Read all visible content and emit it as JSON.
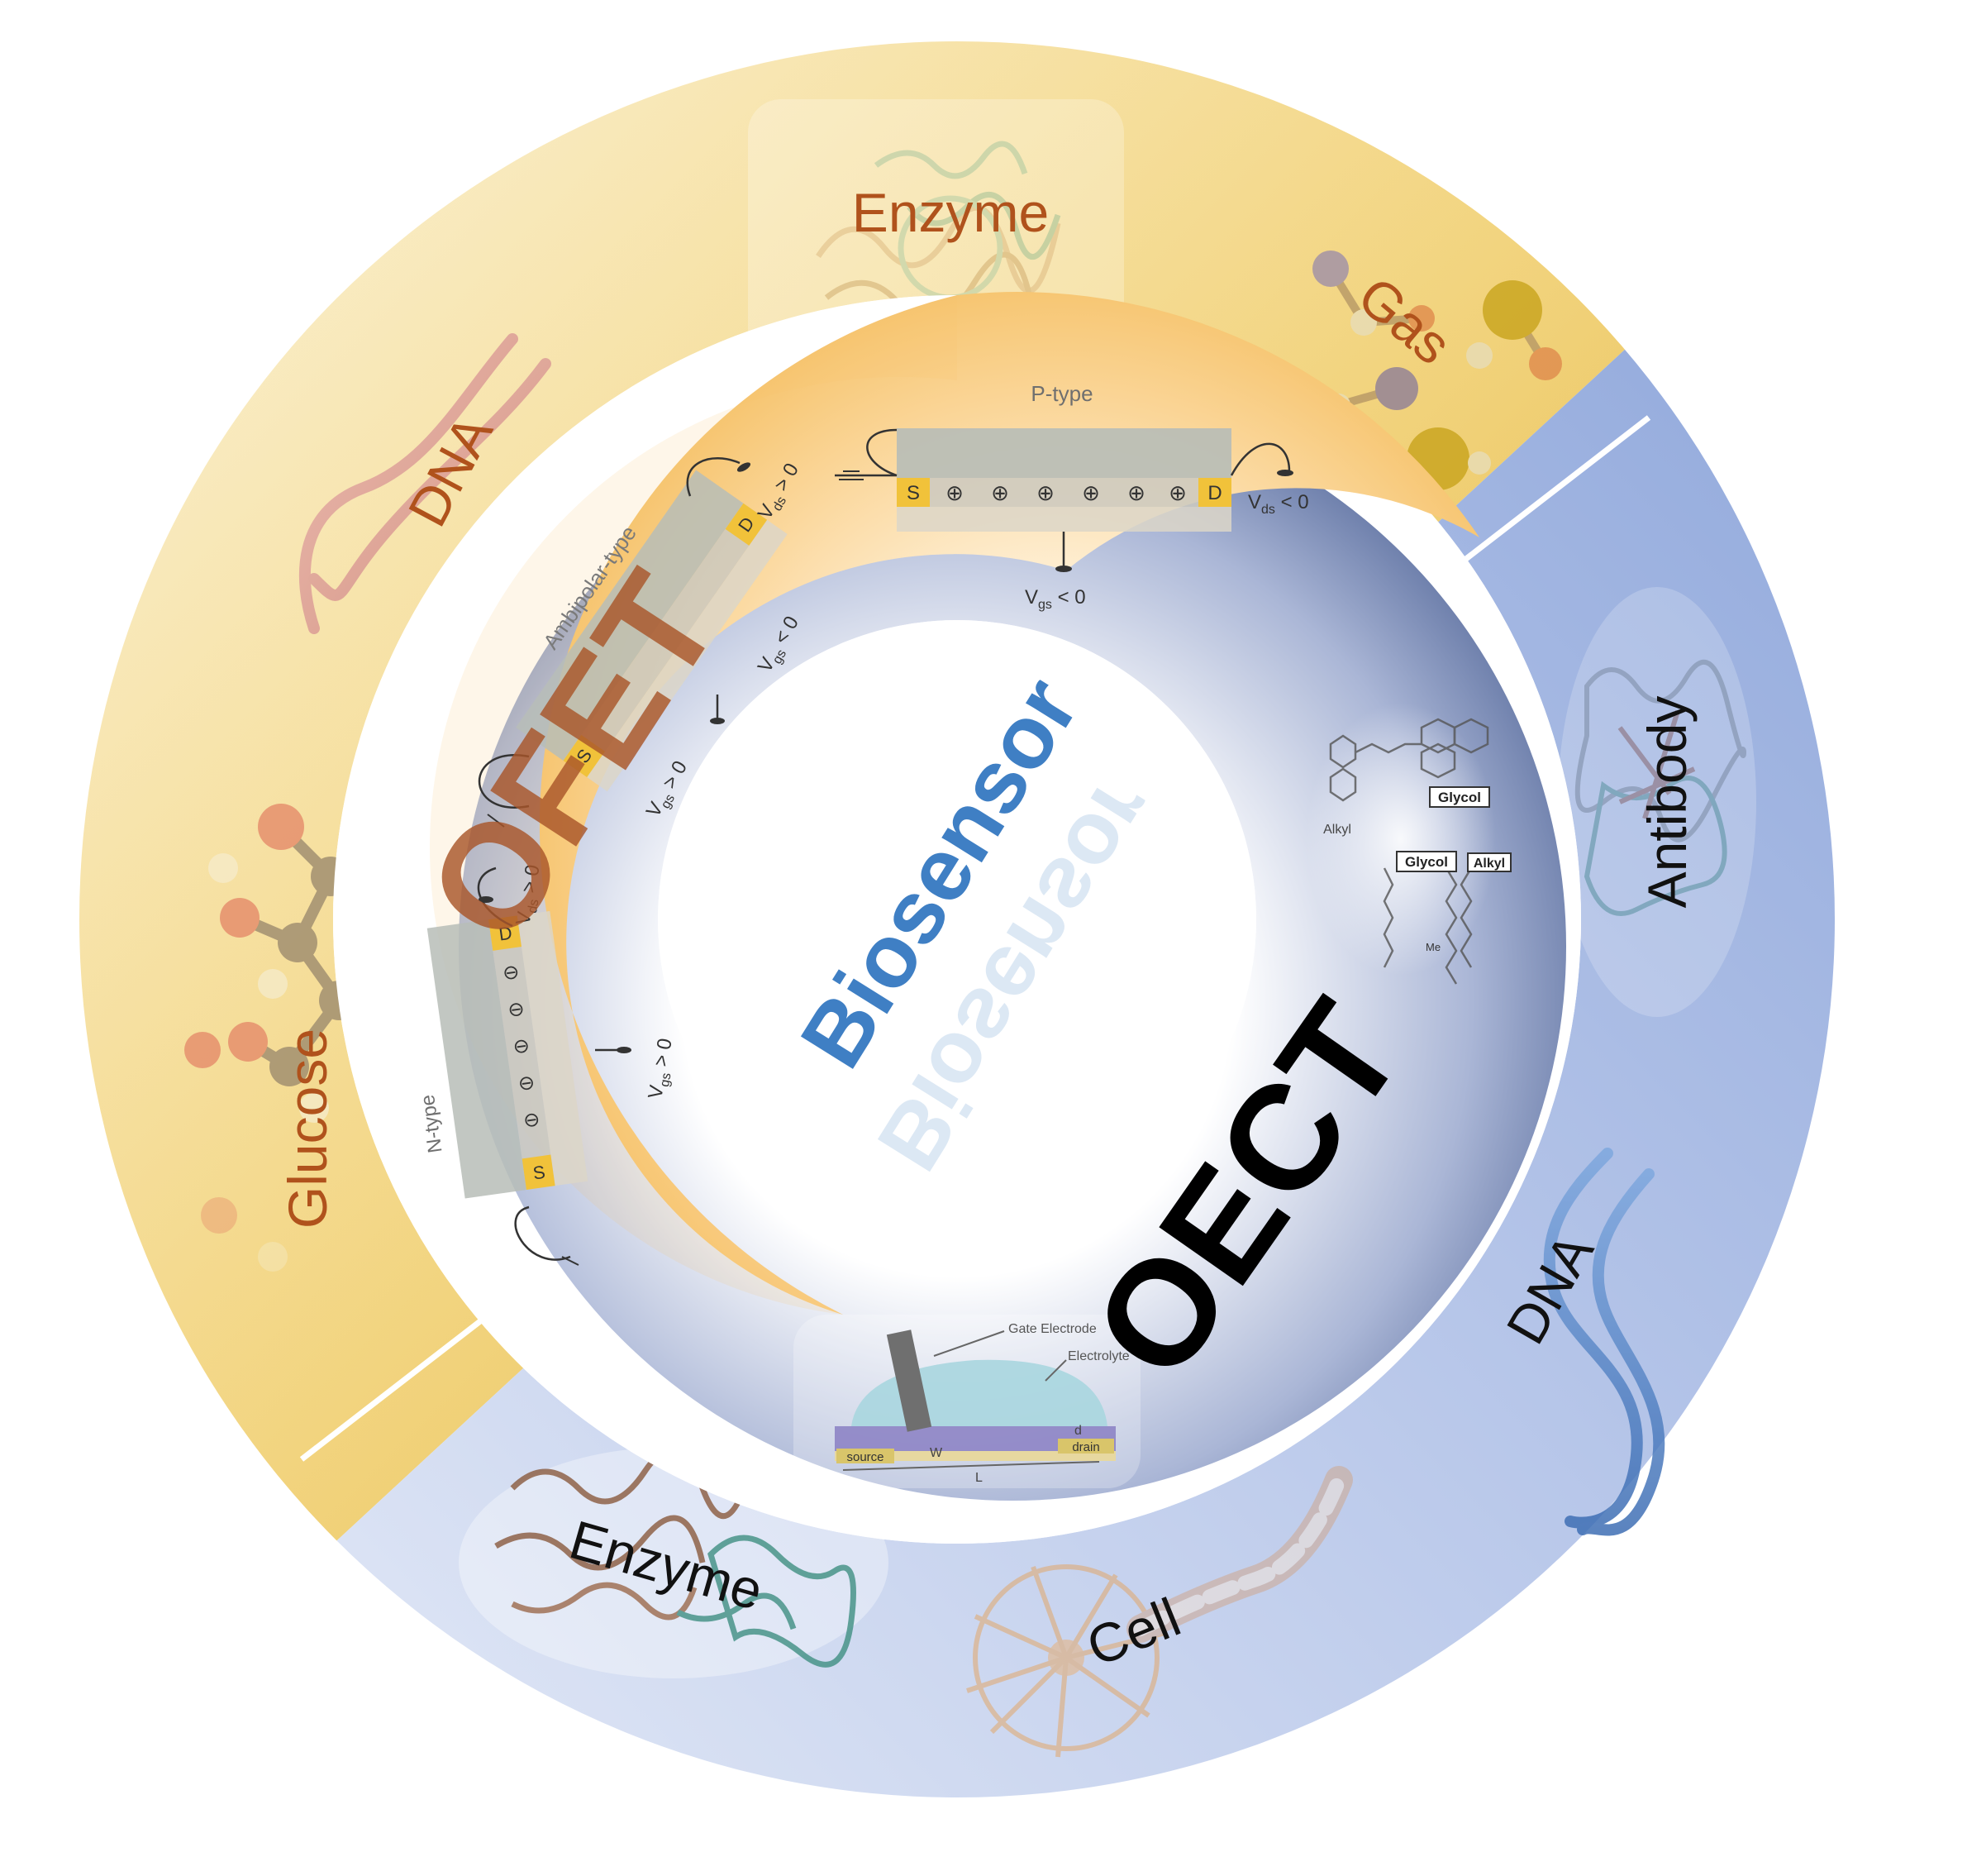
{
  "center": {
    "title": "Biosensor"
  },
  "outer_ring": {
    "ofet_labels": [
      "DNA",
      "Enzyme",
      "Gas",
      "Glucose"
    ],
    "oect_labels": [
      "Antibody",
      "DNA",
      "Cell",
      "Enzyme"
    ]
  },
  "ofet": {
    "title": "OFET",
    "p_type": {
      "label": "P-type",
      "source": "S",
      "drain": "D",
      "carrier": "⊕",
      "vds": "V",
      "vds_sub": "ds",
      "vds_rel": " < 0",
      "vgs": "V",
      "vgs_sub": "gs",
      "vgs_rel": " < 0"
    },
    "ambipolar": {
      "label": "Ambipolar-type",
      "source": "S",
      "drain": "D",
      "vds": "V",
      "vds_sub": "ds",
      "vds_rel": " > 0",
      "vgs_neg": "V",
      "vgs_neg_sub": "gs",
      "vgs_neg_rel": " < 0",
      "vgs_pos": "V",
      "vgs_pos_sub": "gs",
      "vgs_pos_rel": " > 0"
    },
    "n_type": {
      "label": "N-type",
      "source": "S",
      "drain": "D",
      "carrier": "⊖",
      "vds": "V",
      "vds_sub": "ds",
      "vds_rel": " > 0",
      "vgs": "V",
      "vgs_sub": "gs",
      "vgs_rel": " > 0"
    }
  },
  "oect": {
    "title": "OECT",
    "molecule": {
      "glycol": "Glycol",
      "alkyl": "Alkyl",
      "me": "Me"
    },
    "device": {
      "gate": "Gate Electrode",
      "electrolyte": "Electrolyte",
      "source": "source",
      "drain": "drain",
      "w": "W",
      "l": "L",
      "d": "d"
    }
  },
  "colors": {
    "ofet_gold": "#f3cf6a",
    "oect_blue": "#8ea4d8",
    "ofet_label": "#b0521c",
    "oect_label": "#111111",
    "biosensor_blue": "#3f7fc4"
  }
}
